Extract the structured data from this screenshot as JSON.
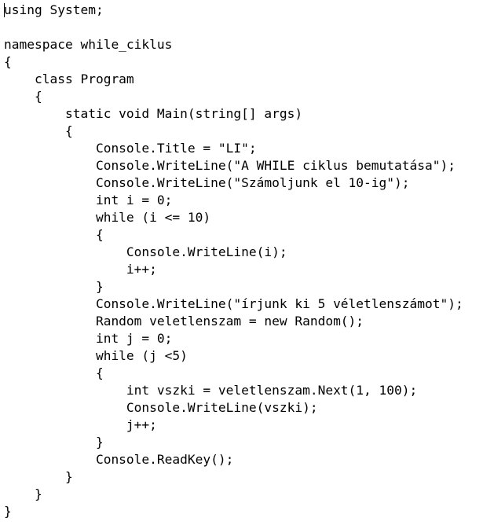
{
  "editor": {
    "lines": [
      "using System;",
      "",
      "namespace while_ciklus",
      "{",
      "    class Program",
      "    {",
      "        static void Main(string[] args)",
      "        {",
      "            Console.Title = \"LI\";",
      "            Console.WriteLine(\"A WHILE ciklus bemutatása\");",
      "            Console.WriteLine(\"Számoljunk el 10-ig\");",
      "            int i = 0;",
      "            while (i <= 10)",
      "            {",
      "                Console.WriteLine(i);",
      "                i++;",
      "            }",
      "            Console.WriteLine(\"írjunk ki 5 véletlenszámot\");",
      "            Random veletlenszam = new Random();",
      "            int j = 0;",
      "            while (j <5)",
      "            {",
      "                int vszki = veletlenszam.Next(1, 100);",
      "                Console.WriteLine(vszki);",
      "                j++;",
      "            }",
      "            Console.ReadKey();",
      "        }",
      "    }",
      "}"
    ]
  }
}
